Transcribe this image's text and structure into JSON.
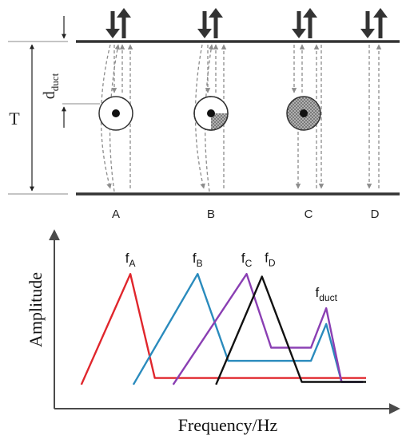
{
  "colors": {
    "ink": "#222222",
    "ray": "#8c8c8c",
    "defect_fill": "#9a9a9a",
    "series": {
      "A": "#e0262c",
      "B": "#2a8bbd",
      "C": "#8a3fb3",
      "D": "#111111"
    }
  },
  "top_diagram": {
    "thickness_label": "T",
    "duct_depth_label": {
      "base": "d",
      "sub": "duct"
    },
    "positions": [
      {
        "id": "A",
        "label": "A",
        "defect_fill": "none"
      },
      {
        "id": "B",
        "label": "B",
        "defect_fill": "partial"
      },
      {
        "id": "C",
        "label": "C",
        "defect_fill": "full"
      },
      {
        "id": "D",
        "label": "D",
        "defect_fill": "no-duct"
      }
    ]
  },
  "chart_data": {
    "type": "line",
    "xlabel": "Frequency/Hz",
    "ylabel": "Amplitude",
    "grid": false,
    "x_range": [
      0,
      100
    ],
    "y_range": [
      0,
      100
    ],
    "series": [
      {
        "name": "A",
        "x": [
          7,
          23,
          31,
          100
        ],
        "y": [
          8,
          92,
          13,
          13
        ]
      },
      {
        "name": "B",
        "x": [
          24,
          45,
          55,
          82,
          87,
          92,
          99
        ],
        "y": [
          8,
          92,
          26,
          26,
          54,
          10,
          10
        ]
      },
      {
        "name": "C",
        "x": [
          37,
          61,
          69,
          82,
          87,
          92,
          99
        ],
        "y": [
          8,
          92,
          36,
          36,
          66,
          10,
          10
        ]
      },
      {
        "name": "D",
        "x": [
          51,
          66,
          79,
          100
        ],
        "y": [
          8,
          90,
          10,
          10
        ]
      }
    ],
    "peak_labels": [
      {
        "series": "A",
        "base": "f",
        "sub": "A"
      },
      {
        "series": "B",
        "base": "f",
        "sub": "B"
      },
      {
        "series": "C",
        "base": "f",
        "sub": "C"
      },
      {
        "series": "D",
        "base": "f",
        "sub": "D"
      },
      {
        "series": "C",
        "base": "f",
        "sub": "duct",
        "peak": "second"
      }
    ]
  }
}
